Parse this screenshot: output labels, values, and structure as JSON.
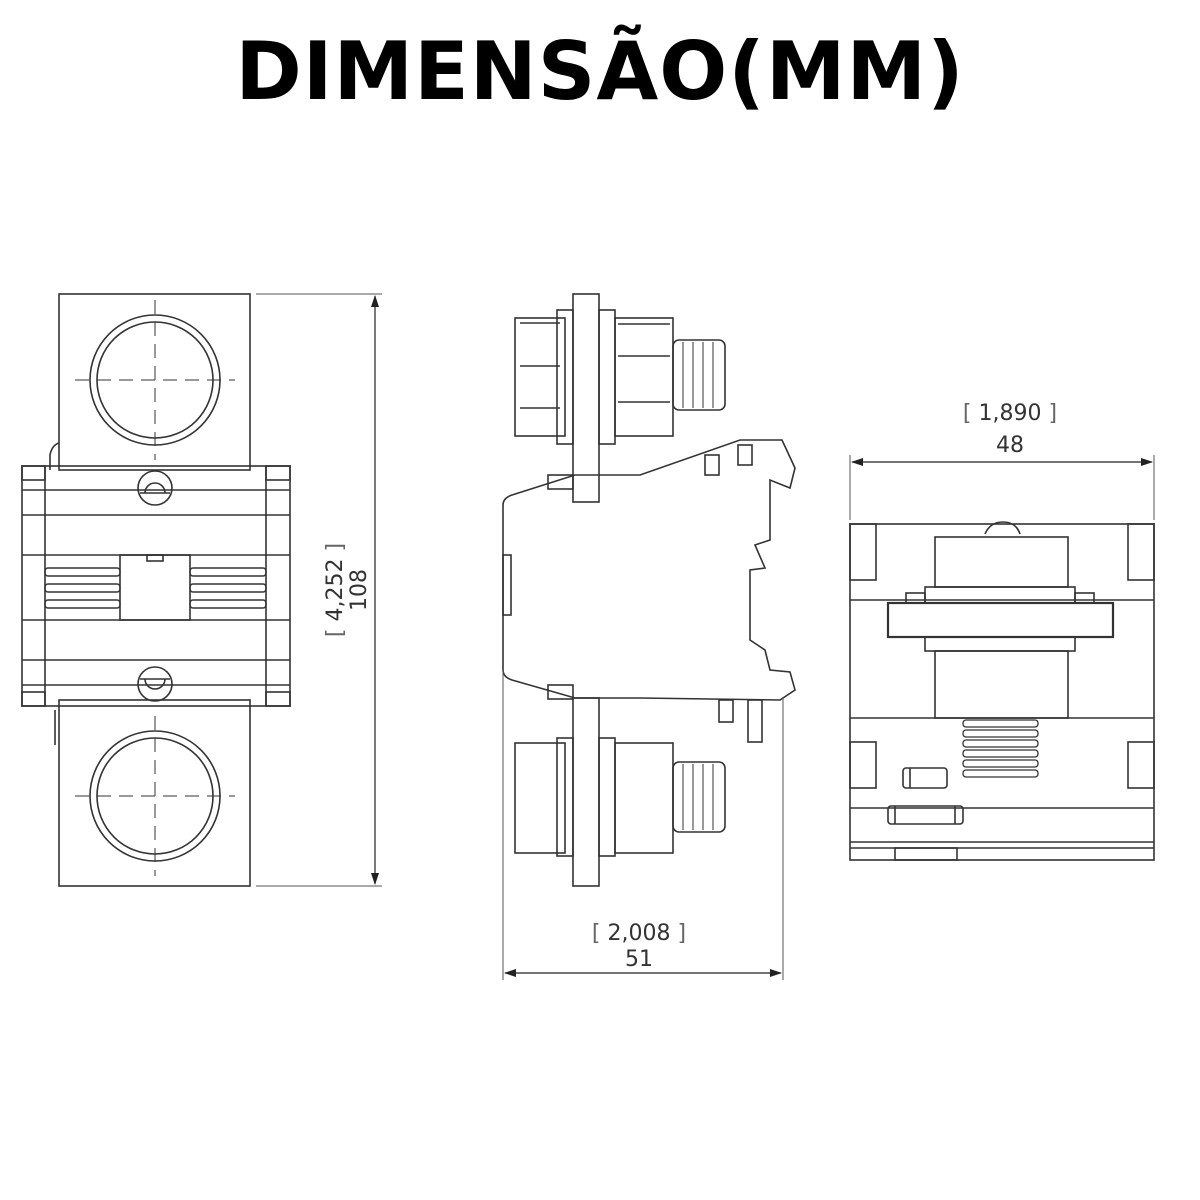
{
  "header": {
    "title": "DIMENSÃO(MM)"
  },
  "views": [
    {
      "name": "front-view",
      "dimension": {
        "orientation": "vertical",
        "inches": "4,252",
        "mm": "108"
      }
    },
    {
      "name": "side-view",
      "dimension": {
        "orientation": "horizontal",
        "inches": "2,008",
        "mm": "51"
      }
    },
    {
      "name": "end-view",
      "dimension": {
        "orientation": "horizontal",
        "inches": "1,890",
        "mm": "48"
      }
    }
  ],
  "colors": {
    "line": "#333333",
    "background": "#ffffff",
    "title": "#000000"
  }
}
